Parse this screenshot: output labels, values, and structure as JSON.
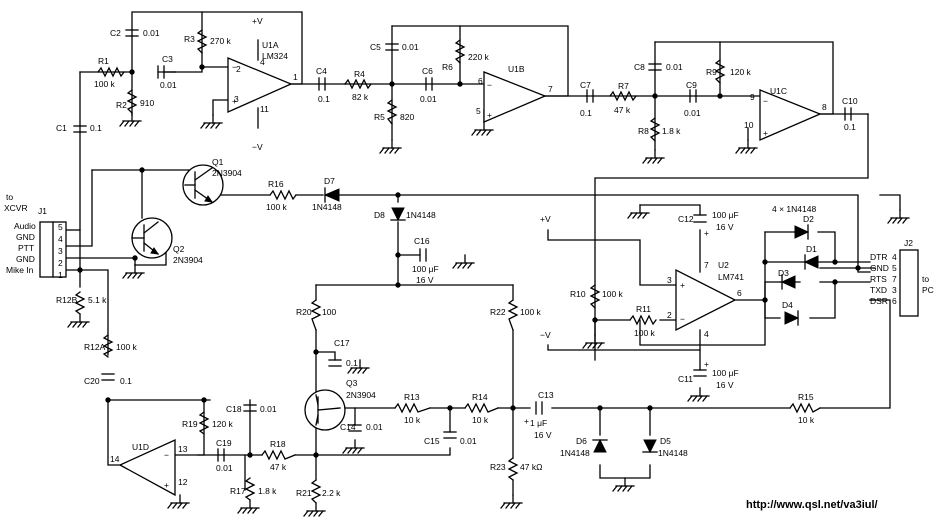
{
  "url": "http://www.qsl.net/va3iul/",
  "power": {
    "vplus": "+V",
    "vminus": "−V"
  },
  "u1a": {
    "name": "U1A",
    "part": "LM324",
    "pins": [
      "2",
      "3",
      "4",
      "11",
      "1"
    ]
  },
  "u1b": {
    "name": "U1B",
    "pins": [
      "6",
      "5",
      "7"
    ]
  },
  "u1c": {
    "name": "U1C",
    "pins": [
      "9",
      "10",
      "8"
    ]
  },
  "u1d": {
    "name": "U1D",
    "pins": [
      "13",
      "12",
      "14"
    ]
  },
  "u2": {
    "name": "U2",
    "part": "LM741",
    "pins": [
      "3",
      "2",
      "7",
      "6",
      "4"
    ]
  },
  "r1": {
    "name": "R1",
    "value": "100 k"
  },
  "r2": {
    "name": "R2",
    "value": "910"
  },
  "r3": {
    "name": "R3",
    "value": "270 k"
  },
  "r4": {
    "name": "R4",
    "value": "82 k"
  },
  "r5": {
    "name": "R5",
    "value": "820"
  },
  "r6": {
    "name": "R6",
    "value": "220 k"
  },
  "r7": {
    "name": "R7",
    "value": "47 k"
  },
  "r8": {
    "name": "R8",
    "value": "1.8 k"
  },
  "r9": {
    "name": "R9",
    "value": "120 k"
  },
  "r10": {
    "name": "R10",
    "value": "100 k"
  },
  "r11": {
    "name": "R11",
    "value": "100 k"
  },
  "r12a": {
    "name": "R12A",
    "value": "100 k"
  },
  "r12b": {
    "name": "R12B",
    "value": "5.1 k"
  },
  "r13": {
    "name": "R13",
    "value": "10 k"
  },
  "r14": {
    "name": "R14",
    "value": "10 k"
  },
  "r15": {
    "name": "R15",
    "value": "10 k"
  },
  "r16": {
    "name": "R16",
    "value": "100 k"
  },
  "r17": {
    "name": "R17",
    "value": "1.8 k"
  },
  "r18": {
    "name": "R18",
    "value": "47 k"
  },
  "r19": {
    "name": "R19",
    "value": "120 k"
  },
  "r20": {
    "name": "R20",
    "value": "100"
  },
  "r21": {
    "name": "R21",
    "value": "2.2 k"
  },
  "r22": {
    "name": "R22",
    "value": "100 k"
  },
  "r23": {
    "name": "R23",
    "value": "47 kΩ"
  },
  "c1": {
    "name": "C1",
    "value": "0.1"
  },
  "c2": {
    "name": "C2",
    "value": "0.01"
  },
  "c3": {
    "name": "C3",
    "value": "0.01"
  },
  "c4": {
    "name": "C4",
    "value": "0.1"
  },
  "c5": {
    "name": "C5",
    "value": "0.01"
  },
  "c6": {
    "name": "C6",
    "value": "0.01"
  },
  "c7": {
    "name": "C7",
    "value": "0.1"
  },
  "c8": {
    "name": "C8",
    "value": "0.01"
  },
  "c9": {
    "name": "C9",
    "value": "0.01"
  },
  "c10": {
    "name": "C10",
    "value": "0.1"
  },
  "c11": {
    "name": "C11",
    "value": "100 μF",
    "voltage": "16 V"
  },
  "c12": {
    "name": "C12",
    "value": "100 μF",
    "voltage": "16 V"
  },
  "c13": {
    "name": "C13",
    "value": "1 μF",
    "voltage": "16 V"
  },
  "c14": {
    "name": "C14",
    "value": "0.01"
  },
  "c15": {
    "name": "C15",
    "value": "0.01"
  },
  "c16": {
    "name": "C16",
    "value": "100 μF",
    "voltage": "16 V"
  },
  "c17": {
    "name": "C17",
    "value": "0.1"
  },
  "c18": {
    "name": "C18",
    "value": "0.01"
  },
  "c19": {
    "name": "C19",
    "value": "0.01"
  },
  "c20": {
    "name": "C20",
    "value": "0.1"
  },
  "q1": {
    "name": "Q1",
    "part": "2N3904"
  },
  "q2": {
    "name": "Q2",
    "part": "2N3904"
  },
  "q3": {
    "name": "Q3",
    "part": "2N3904"
  },
  "d1": {
    "name": "D1"
  },
  "d2": {
    "name": "D2"
  },
  "d3": {
    "name": "D3"
  },
  "d4": {
    "name": "D4"
  },
  "diode_group": "4 × 1N4148",
  "d5": {
    "name": "D5",
    "part": "1N4148"
  },
  "d6": {
    "name": "D6",
    "part": "1N4148"
  },
  "d7": {
    "name": "D7",
    "part": "1N4148"
  },
  "d8": {
    "name": "D8",
    "part": "1N4148"
  },
  "j1": {
    "name": "J1",
    "to": [
      "to",
      "XCVR"
    ],
    "pins": [
      {
        "num": "5",
        "label": "Audio"
      },
      {
        "num": "4",
        "label": "GND"
      },
      {
        "num": "3",
        "label": "PTT"
      },
      {
        "num": "2",
        "label": "GND"
      },
      {
        "num": "1",
        "label": "Mike In"
      }
    ]
  },
  "j2": {
    "name": "J2",
    "to": [
      "to",
      "PC"
    ],
    "pins": [
      {
        "num": "4",
        "label": "DTR"
      },
      {
        "num": "5",
        "label": "GND"
      },
      {
        "num": "7",
        "label": "RTS"
      },
      {
        "num": "3",
        "label": "TXD"
      },
      {
        "num": "6",
        "label": "DSR"
      }
    ]
  }
}
